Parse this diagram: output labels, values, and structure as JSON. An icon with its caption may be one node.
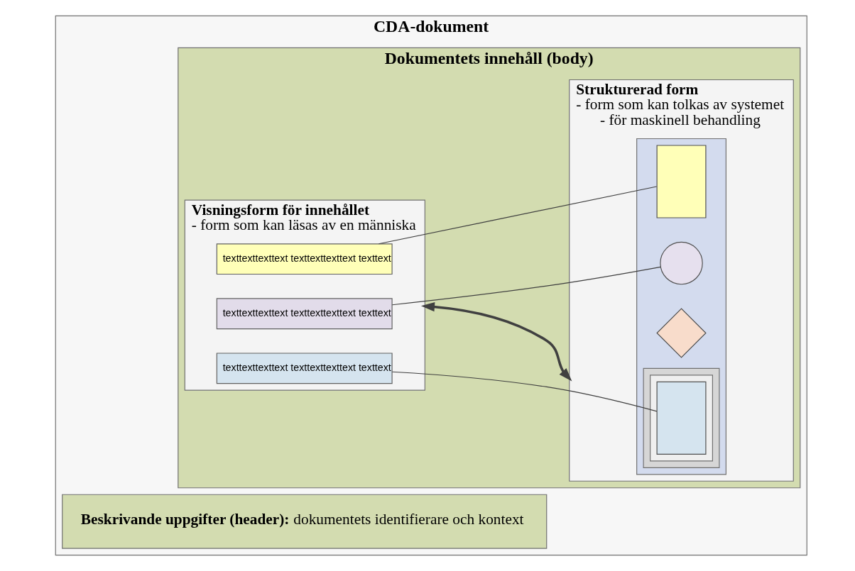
{
  "diagram": {
    "nodes": [
      {
        "text": [
          "CDA-dokument"
        ]
      },
      {
        "text": [
          "Beskrivande uppgifter (header):",
          "dokumentets identifierare och kontext"
        ],
        "in": 0
      },
      {
        "text": [
          "Dokumentets innehåll (body)"
        ],
        "in": 0
      },
      {
        "text": [
          "Visningsform för innehållet",
          "- form som kan läsas av en människa"
        ],
        "in": 2
      },
      {
        "text": [
          "Strukturerad form",
          "- form som kan tolkas av systemet",
          "- för maskinell behandling"
        ],
        "in": 2
      },
      {
        "text": [
          "texttexttexttext texttexttexttext texttext"
        ],
        "in": 3
      },
      {
        "text": [
          "texttexttexttext texttexttexttext texttext"
        ],
        "in": 3
      },
      {
        "text": [
          "texttexttexttext texttexttexttext texttext"
        ],
        "in": 3
      },
      {
        "text": [],
        "shape": "box",
        "in": 4
      },
      {
        "text": [],
        "shape": "box",
        "in": 8
      },
      {
        "text": [],
        "shape": "box",
        "in": 9
      },
      {
        "text": [],
        "shape": "box",
        "in": 10
      },
      {
        "text": [],
        "shape": "box",
        "in": 8
      },
      {
        "text": [],
        "shape": "diamond",
        "in": 8
      },
      {
        "text": [],
        "shape": "circle",
        "in": 8
      }
    ],
    "edges": [
      {
        "from": 3,
        "to": 4,
        "arrow": "both",
        "style": "thick"
      },
      {
        "from": 5,
        "to": 14,
        "arrow": "none"
      },
      {
        "from": 6,
        "to": 12,
        "arrow": "none"
      },
      {
        "from": 7,
        "to": 11,
        "arrow": "none"
      }
    ]
  }
}
